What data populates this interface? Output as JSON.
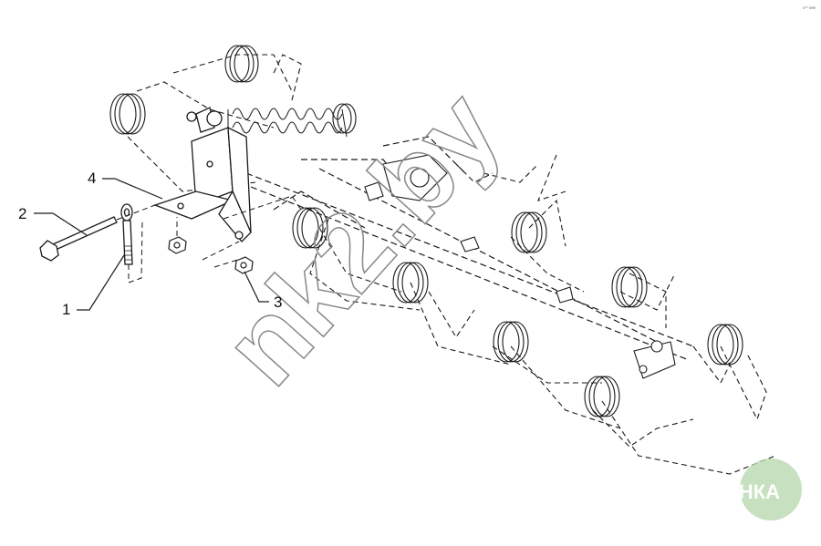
{
  "callouts": [
    {
      "id": "1",
      "label": "1"
    },
    {
      "id": "2",
      "label": "2"
    },
    {
      "id": "3",
      "label": "3"
    },
    {
      "id": "4",
      "label": "4"
    }
  ],
  "corner_code": "s²³ see",
  "watermark": "nk2.by",
  "brand": "АГРОНКА",
  "colors": {
    "line": "#1a1a1a",
    "watermark": "#888888",
    "brand_circle": "#b8d8b0",
    "brand_text": "#ffffff"
  }
}
